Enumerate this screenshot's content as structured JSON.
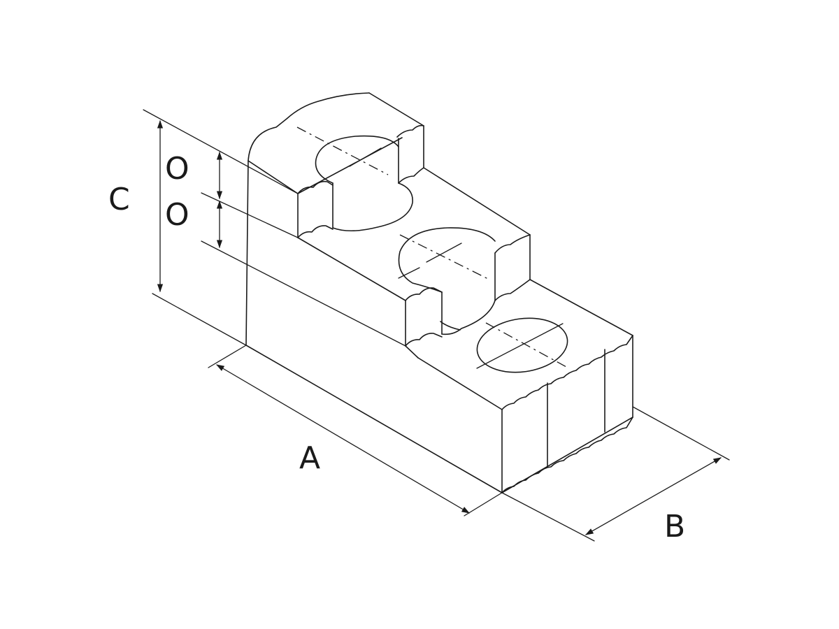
{
  "labels": {
    "a": "A",
    "b": "B",
    "c": "C",
    "o_upper": "O",
    "o_lower": "O"
  }
}
